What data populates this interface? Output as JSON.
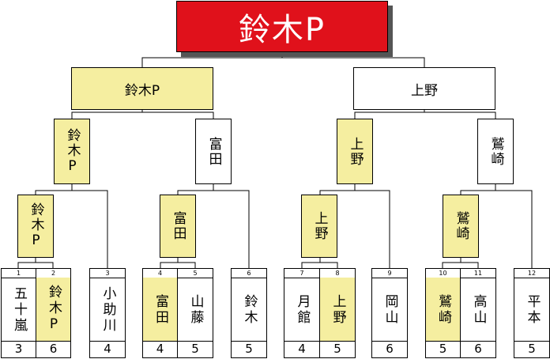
{
  "champion": "鈴木P",
  "rounds": {
    "semifinal": [
      {
        "name": "鈴木P",
        "winner": true
      },
      {
        "name": "上野",
        "winner": false
      }
    ],
    "quarterfinal": [
      {
        "name": "鈴木P",
        "winner": true
      },
      {
        "name": "富田",
        "winner": false
      },
      {
        "name": "上野",
        "winner": true
      },
      {
        "name": "鷲崎",
        "winner": false
      }
    ],
    "round2": [
      {
        "name": "鈴木P",
        "winner": true
      },
      {
        "name": "富田",
        "winner": true
      },
      {
        "name": "上野",
        "winner": true
      },
      {
        "name": "鷲崎",
        "winner": true
      }
    ]
  },
  "entrants": [
    {
      "seed": "1",
      "name": "五十嵐",
      "score": "3",
      "winner": false
    },
    {
      "seed": "2",
      "name": "鈴木P",
      "score": "6",
      "winner": true
    },
    {
      "seed": "3",
      "name": "小助川",
      "score": "4",
      "winner": false
    },
    {
      "seed": "4",
      "name": "富田",
      "score": "4",
      "winner": true
    },
    {
      "seed": "5",
      "name": "山藤",
      "score": "5",
      "winner": false
    },
    {
      "seed": "6",
      "name": "鈴木",
      "score": "5",
      "winner": false
    },
    {
      "seed": "7",
      "name": "月館",
      "score": "4",
      "winner": false
    },
    {
      "seed": "8",
      "name": "上野",
      "score": "5",
      "winner": true
    },
    {
      "seed": "9",
      "name": "岡山",
      "score": "6",
      "winner": false
    },
    {
      "seed": "10",
      "name": "鷲崎",
      "score": "5",
      "winner": true
    },
    {
      "seed": "11",
      "name": "高山",
      "score": "6",
      "winner": false
    },
    {
      "seed": "12",
      "name": "平本",
      "score": "5",
      "winner": false
    }
  ],
  "colors": {
    "champion_bg": "#e0111b",
    "winner_bg": "#f5eea0",
    "line": "#000000"
  }
}
